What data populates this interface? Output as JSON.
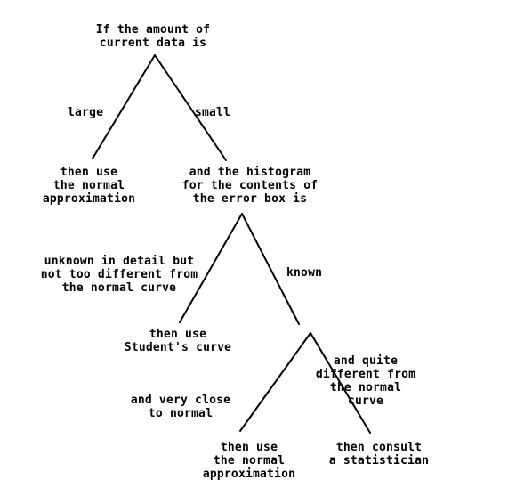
{
  "diagram": {
    "root": {
      "text": "If the amount of\ncurrent data is"
    },
    "branch_large": {
      "label": "large",
      "result": "then use\nthe normal\napproximation"
    },
    "branch_small": {
      "label": "small",
      "result": "and the histogram\nfor the contents of\nthe error box is"
    },
    "branch_unknown": {
      "label": "unknown in detail but\nnot too different from\nthe normal curve",
      "result": "then use\nStudent's curve"
    },
    "branch_known": {
      "label": "known"
    },
    "branch_close": {
      "label": "and very close\nto normal",
      "result": "then use\nthe normal\napproximation"
    },
    "branch_different": {
      "label": "and quite\ndifferent from\nthe normal\ncurve",
      "result": "then consult\na statistician"
    }
  }
}
